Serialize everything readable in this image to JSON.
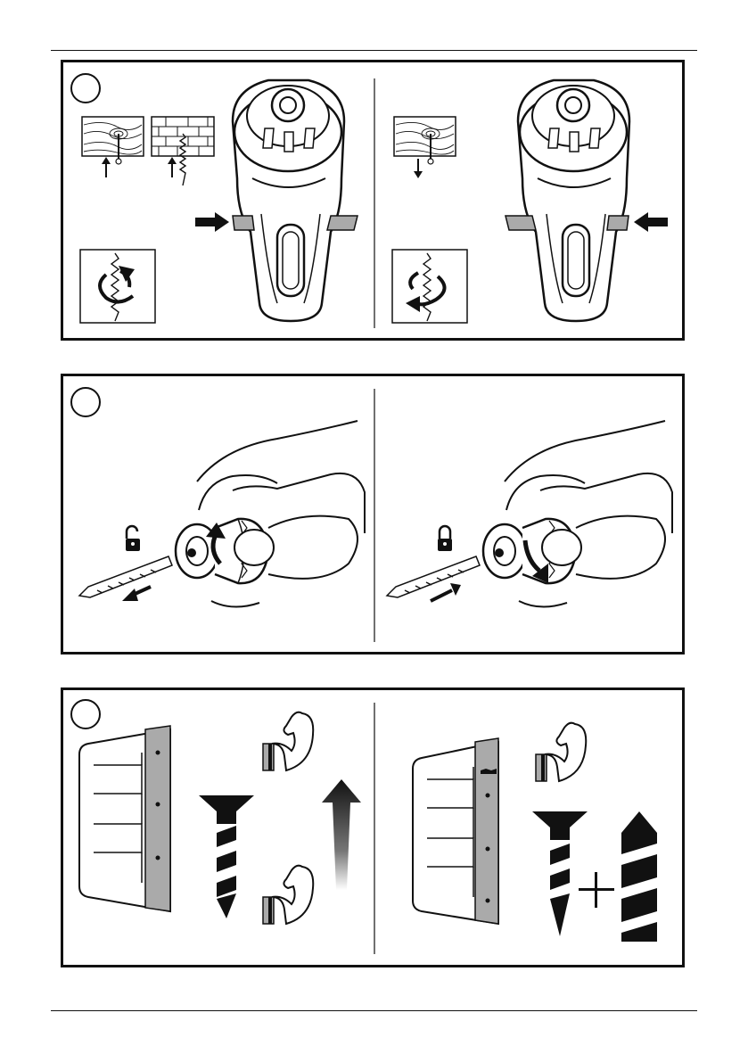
{
  "page": {
    "background": "#ffffff",
    "line_color": "#111111",
    "accent_gray": "#aaaaaa"
  },
  "panels": [
    {
      "id": "rotation-direction",
      "step_number": "",
      "icons": [
        "wood-target-icon",
        "brick-wall-icon",
        "clockwise-rotation-icon",
        "counterclockwise-rotation-icon",
        "drill-direction-switch-icon",
        "arrow-right-icon",
        "arrow-left-icon"
      ]
    },
    {
      "id": "chuck-bit-change",
      "step_number": "",
      "icons": [
        "unlock-icon",
        "lock-icon",
        "drill-bit-icon",
        "hand-icon",
        "curved-arrow-icon"
      ]
    },
    {
      "id": "torque-selection",
      "step_number": "",
      "icons": [
        "torque-collar-icon",
        "flexed-arm-icon",
        "screw-icon",
        "arrow-up-gradient-icon",
        "plus-icon",
        "drill-bit-icon"
      ]
    }
  ]
}
